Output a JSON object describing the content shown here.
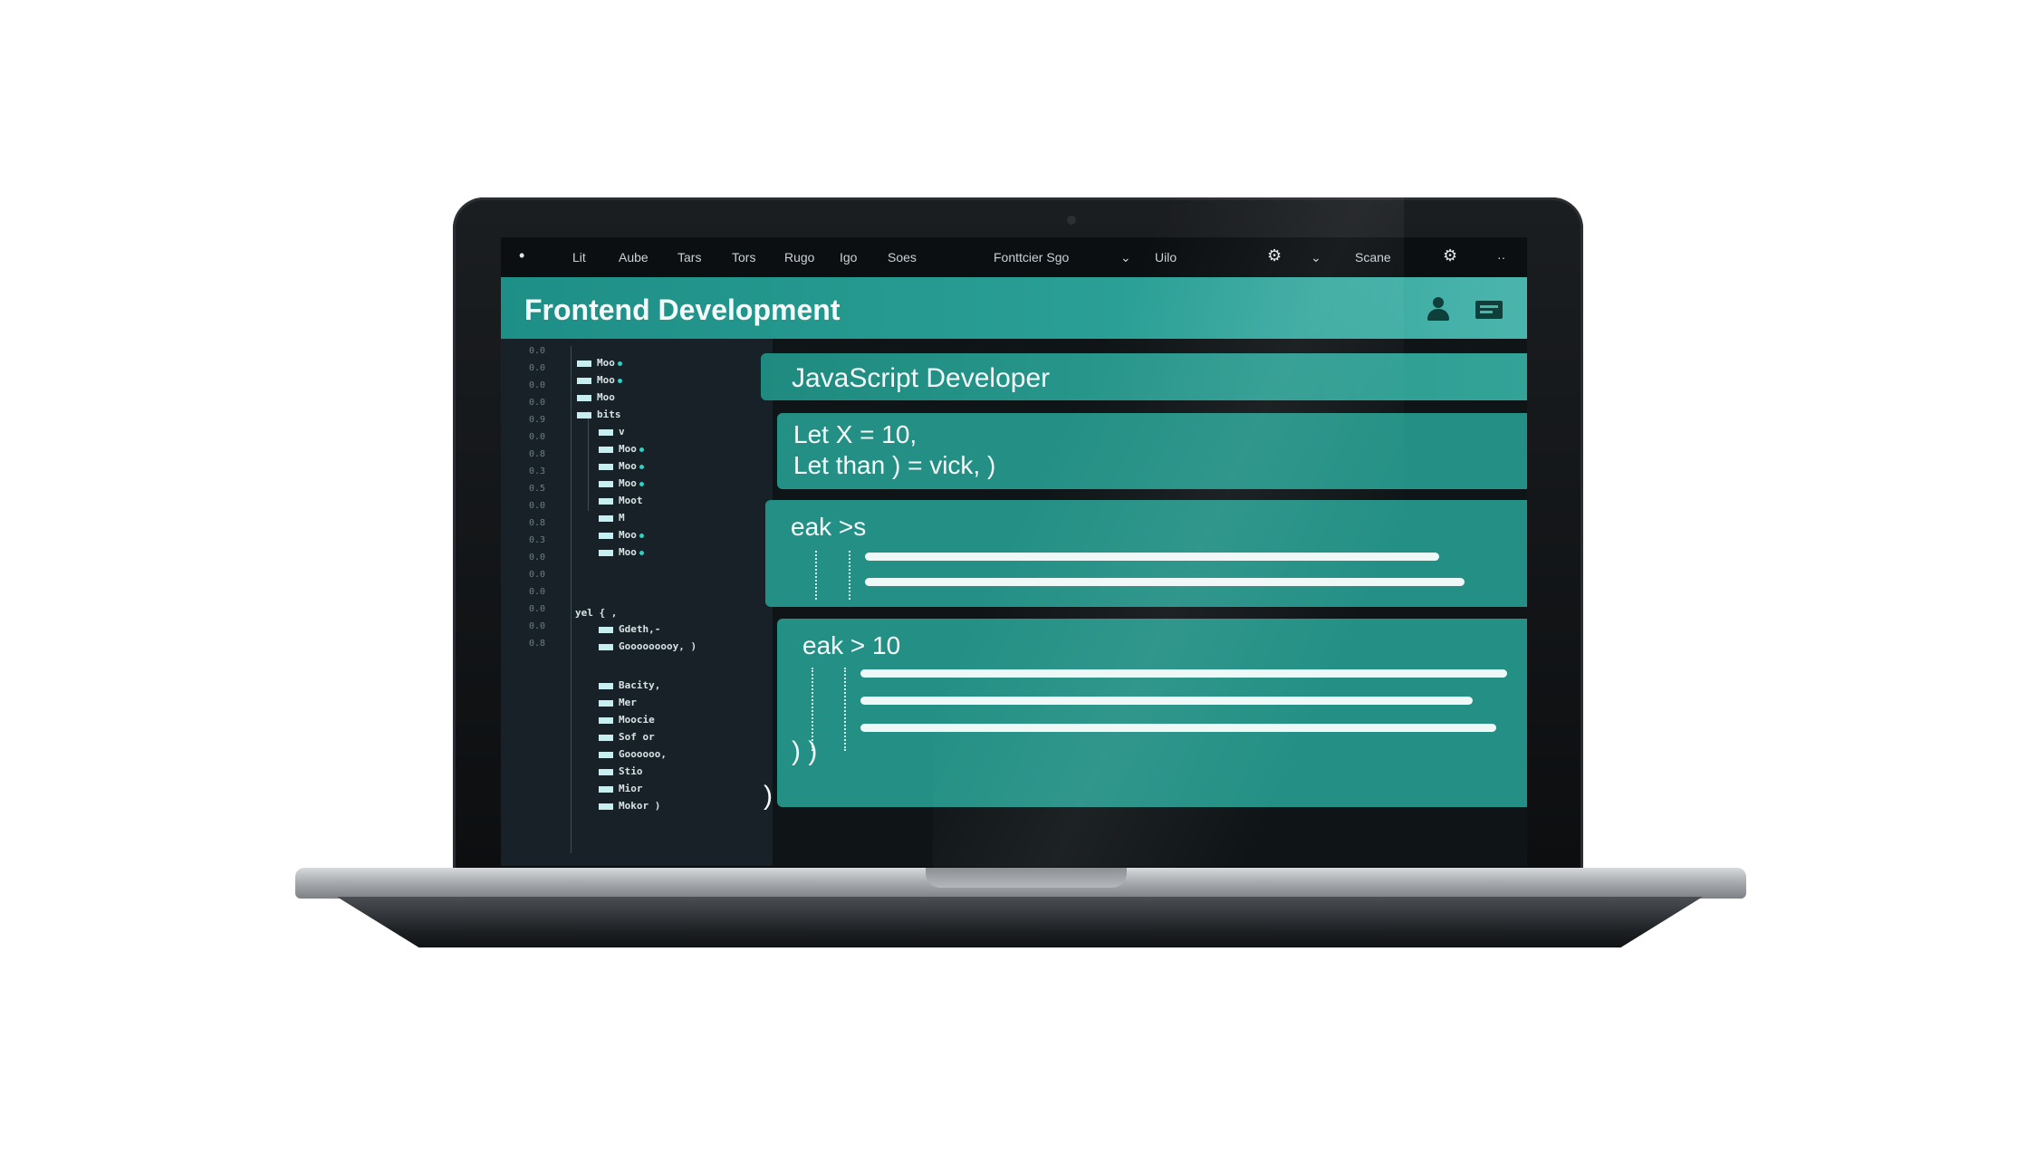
{
  "menubar": {
    "items": [
      "Lit",
      "Aube",
      "Tars",
      "Tors",
      "Rugo",
      "Igo",
      "Soes"
    ],
    "center_text": "Fonttcier Sgo",
    "right_small": "Uilo",
    "menu_right": "Scane",
    "icons": [
      "apple-icon",
      "gear-icon",
      "chevron-down-icon",
      "settings-icon"
    ]
  },
  "app": {
    "title": "Frontend Development"
  },
  "sidebar": {
    "line_numbers": [
      "0.0",
      "0.0",
      "0.0",
      "0.0",
      "0.9",
      "0.0",
      "0.8",
      "0.3",
      "0.5",
      "0.0",
      "0.8",
      "0.3",
      "0.0",
      "0.0",
      "0.0",
      "0.0",
      "0.0",
      "0.8"
    ],
    "tree_top": [
      {
        "label": "Moo",
        "dot": true
      },
      {
        "label": "Moo",
        "dot": true
      },
      {
        "label": "Moo",
        "dot": false
      },
      {
        "label": "bits",
        "dot": false
      },
      {
        "label": "v",
        "dot": false
      },
      {
        "label": "Moo",
        "dot": true
      },
      {
        "label": "Moo",
        "dot": true
      },
      {
        "label": "Moo",
        "dot": true
      },
      {
        "label": "Moot",
        "dot": false
      },
      {
        "label": "M",
        "dot": false
      },
      {
        "label": "Moo",
        "dot": true
      },
      {
        "label": "Moo",
        "dot": true
      }
    ],
    "group_label": "yel { ,",
    "tree_mid": [
      {
        "label": "Gdeth,-"
      },
      {
        "label": "Gooooooooy, )"
      }
    ],
    "tree_bottom": [
      {
        "label": "Bacity,"
      },
      {
        "label": "Mer"
      },
      {
        "label": "Moocie"
      },
      {
        "label": "Sof or"
      },
      {
        "label": "Goooooo,"
      },
      {
        "label": "Stio"
      },
      {
        "label": "Mior"
      },
      {
        "label": "Mokor )"
      }
    ]
  },
  "panels": {
    "title": "JavaScript Developer",
    "code_lines": [
      "Let X  =  10,",
      "Let than ) =  vick, )"
    ],
    "block1_label": "eak >s",
    "block2_label": "eak > 10",
    "brace_close": ") )",
    "brace_outer": ")"
  },
  "colors": {
    "accent": "#249085",
    "header": "#2a9f95",
    "sidebar_bg": "#172127",
    "frame": "#0c0e10"
  }
}
